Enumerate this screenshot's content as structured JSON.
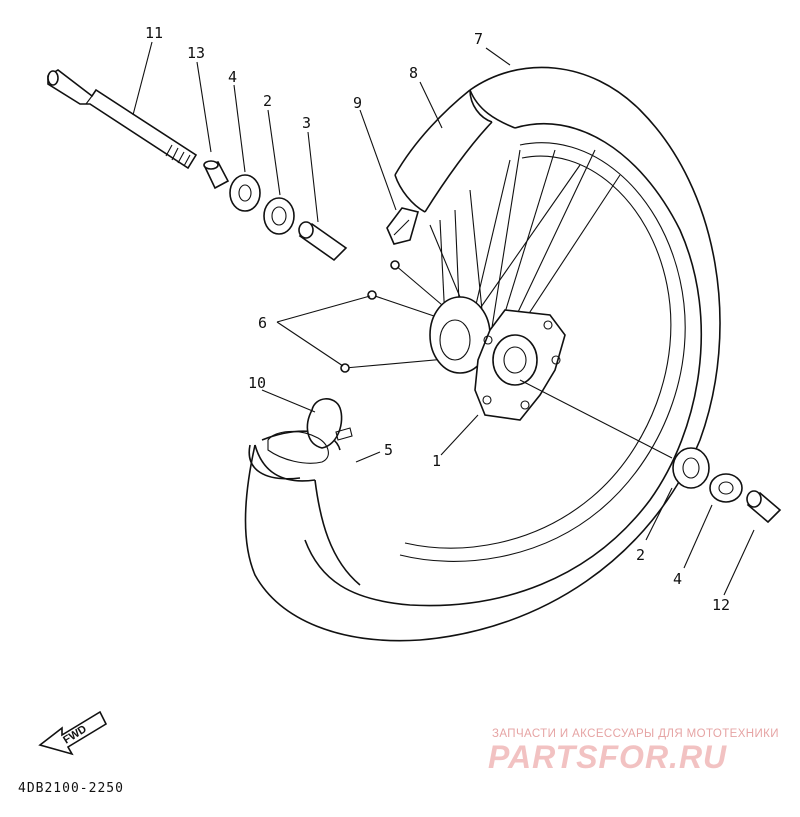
{
  "diagram": {
    "part_code": "4DB2100-2250",
    "direction_label": "FWD",
    "callouts": {
      "tube": "5",
      "hub": "1",
      "tire": "7",
      "rim_band": "8",
      "valve_nut": "9",
      "rim_lock": "10",
      "axle": "11",
      "spacer_left": "13",
      "oil_seal_left": "4",
      "bearing_left": "2",
      "spacer_sleeve": "3",
      "spokes": "6",
      "bearing_right": "2",
      "oil_seal_right": "4",
      "collar_right": "12"
    }
  },
  "watermark": {
    "tagline": "ЗАПЧАСТИ И АКСЕССУАРЫ ДЛЯ МОТОТЕХНИКИ",
    "brand": "PARTSFOR.RU"
  }
}
